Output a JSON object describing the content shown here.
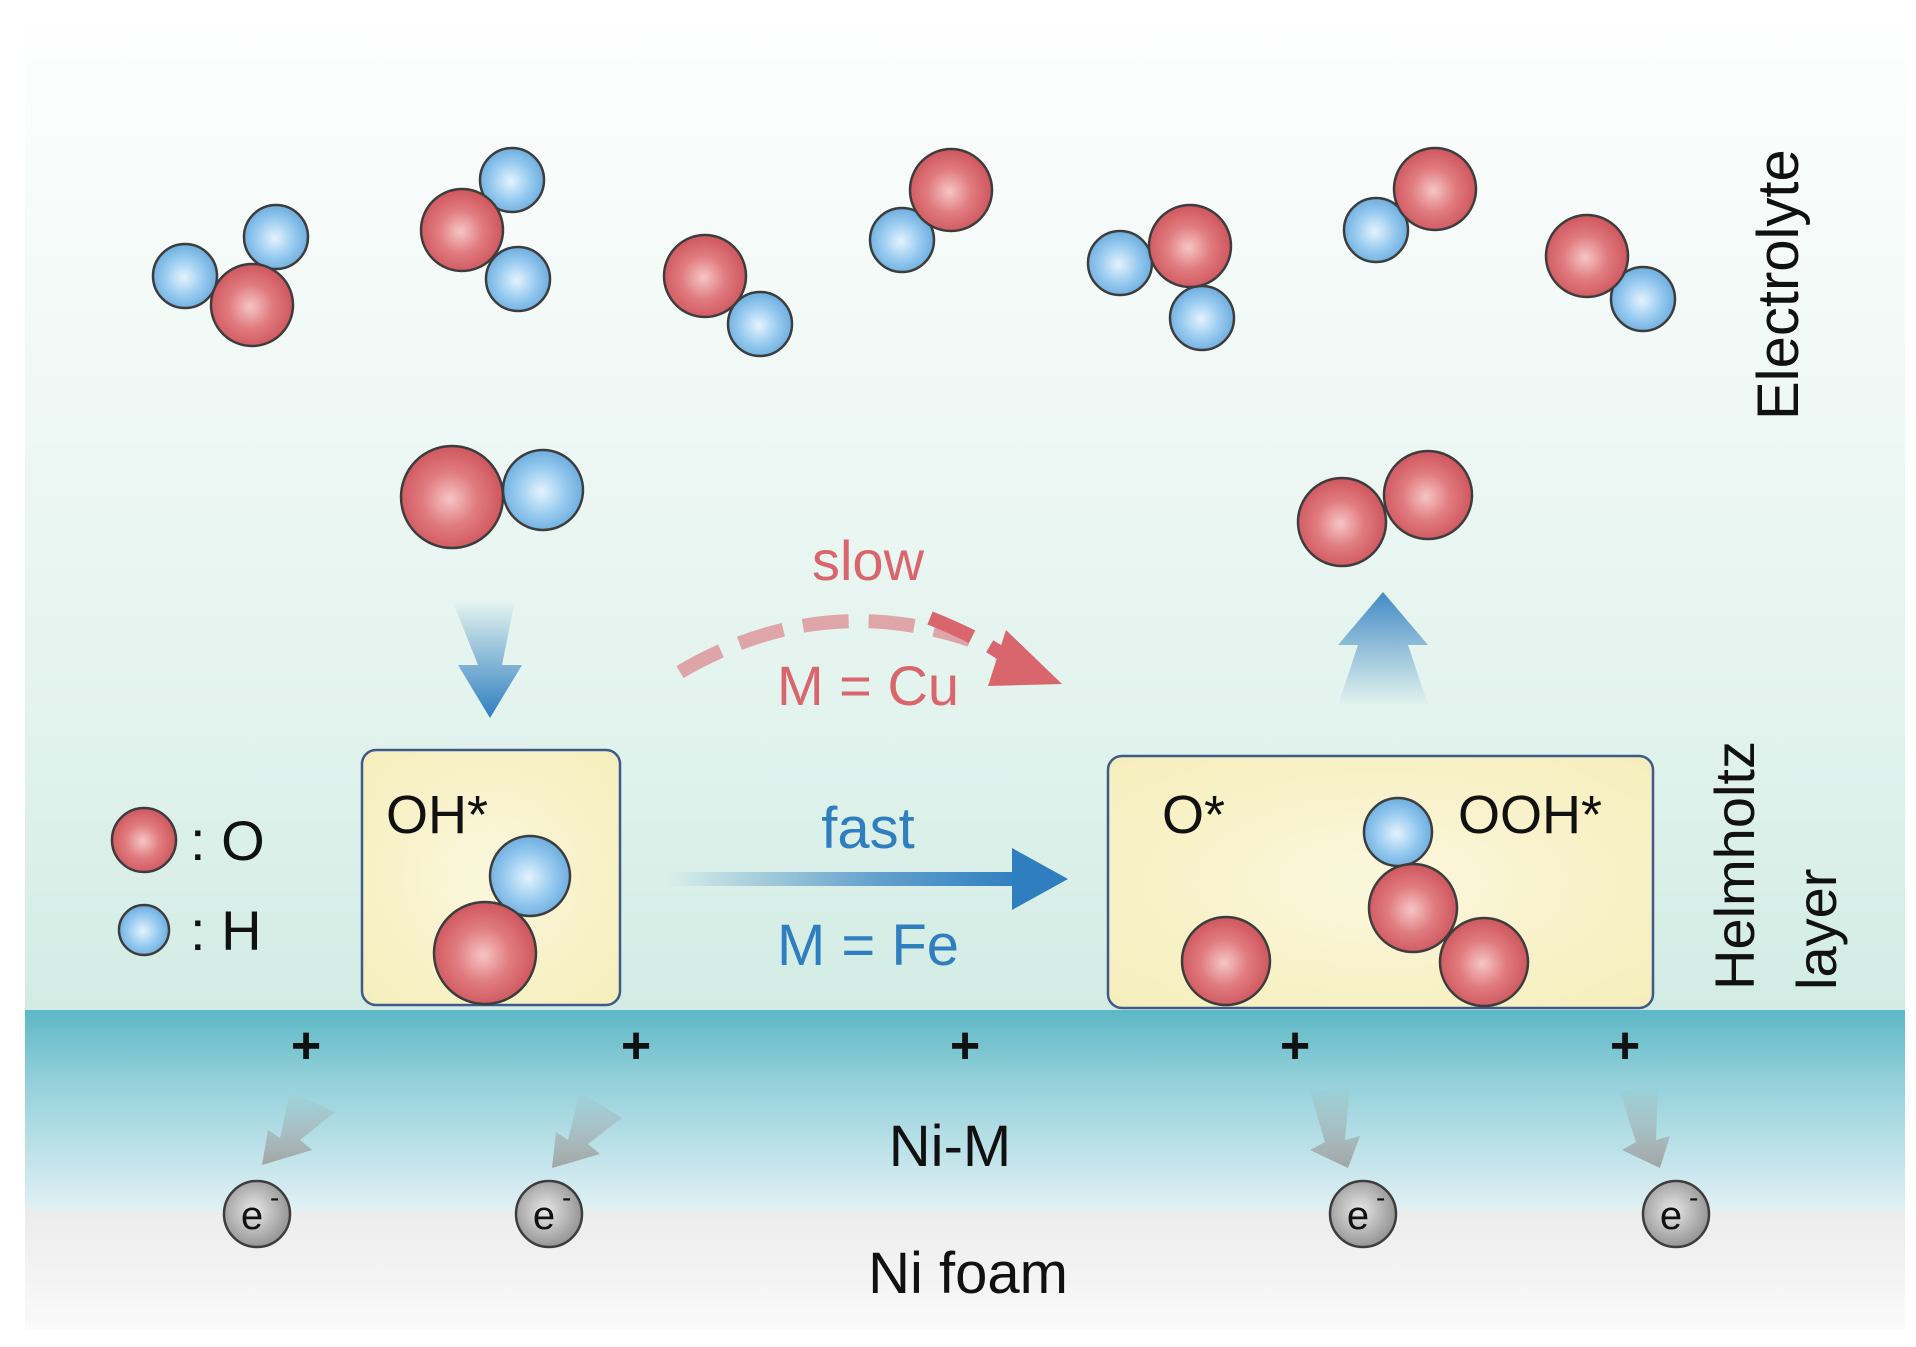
{
  "labels": {
    "electrolyte": "Electrolyte",
    "helmholtz_line1": "Helmholtz",
    "helmholtz_line2": "layer",
    "ni_m": "Ni-M",
    "ni_foam": "Ni foam",
    "slow": "slow",
    "m_cu": "M = Cu",
    "fast": "fast",
    "m_fe": "M = Fe",
    "oh_star": "OH*",
    "o_star": "O*",
    "ooh_star": "OOH*",
    "legend_o": ": O",
    "legend_h": ": H",
    "electron": "e",
    "electron_sup": "-",
    "plus": "+"
  },
  "colors": {
    "oxygen": "#d6575e",
    "hydrogen": "#6fb2e2",
    "slow_arrow": "#d9656d",
    "fast_arrow": "#2f7fc0",
    "box_fill": "#f8f1c4",
    "box_stroke": "#3c5a8a",
    "surface_band": "#6bbfcc"
  }
}
